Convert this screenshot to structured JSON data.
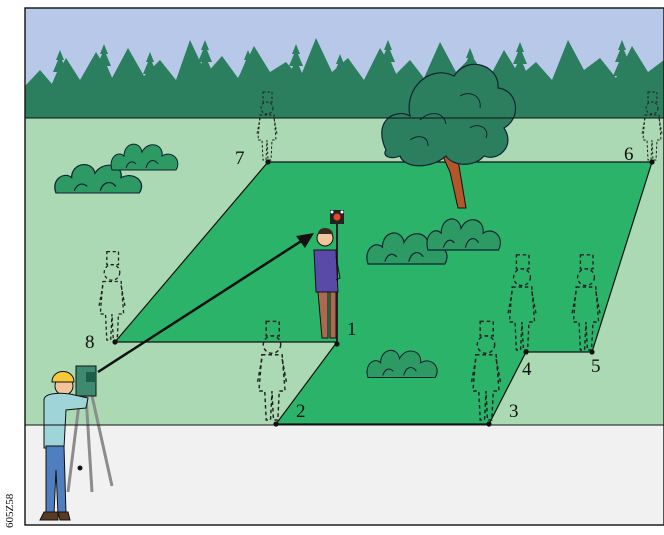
{
  "figure_code": "605Z58",
  "points": [
    {
      "id": "1",
      "label": "1"
    },
    {
      "id": "2",
      "label": "2"
    },
    {
      "id": "3",
      "label": "3"
    },
    {
      "id": "4",
      "label": "4"
    },
    {
      "id": "5",
      "label": "5"
    },
    {
      "id": "6",
      "label": "6"
    },
    {
      "id": "7",
      "label": "7"
    },
    {
      "id": "8",
      "label": "8"
    }
  ],
  "colors": {
    "sky": "#b7c8e8",
    "lawn": "#abd9b4",
    "plot": "#2cb36a",
    "paved": "#f1f1f1",
    "forest": "#2c7f5e",
    "bush": "#2c9a62",
    "trunk": "#b5552a",
    "shirt": "#9fd4d8",
    "jeans": "#4f7fbf",
    "helmet": "#f6c93a",
    "instrument": "#3e8a70"
  },
  "icons": {
    "surveyor": "surveyor-with-total-station-icon",
    "rod_person": "person-holding-reflector-pole-icon",
    "ghost_person": "dashed-person-outline-icon",
    "tree": "deciduous-tree-icon",
    "bush": "bush-icon",
    "forest": "conifer-treeline-icon"
  }
}
